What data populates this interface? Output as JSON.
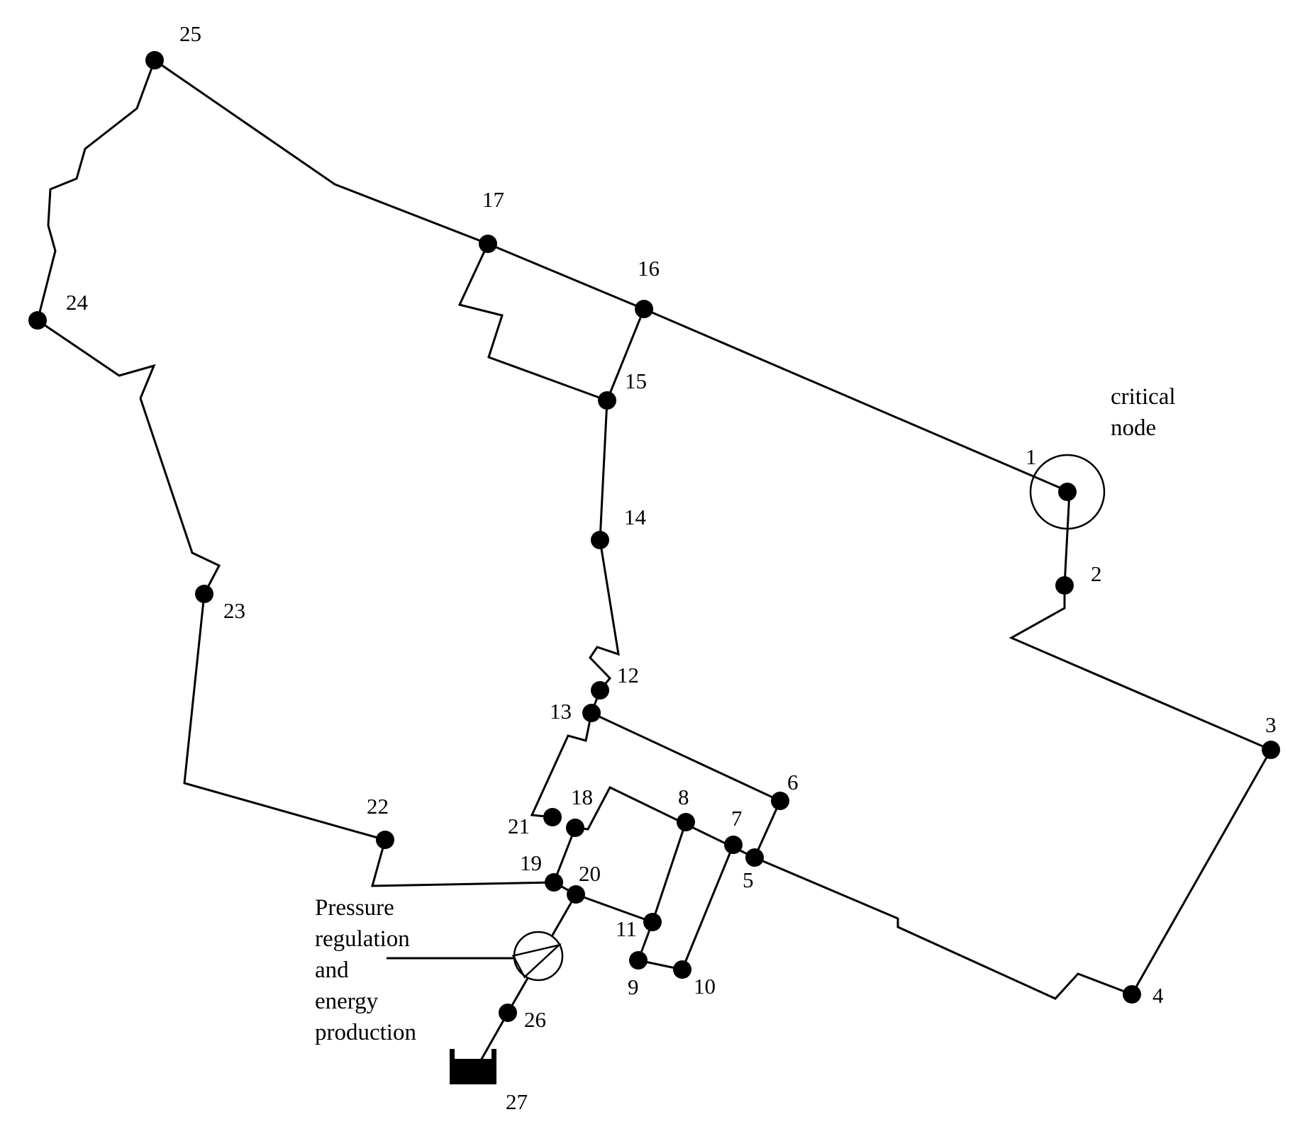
{
  "diagram": {
    "critical_node_text": [
      "critical",
      "node"
    ],
    "pressure_regulation_text": [
      "Pressure",
      "regulation",
      "and",
      "energy",
      "production"
    ],
    "nodes": [
      {
        "id": "1",
        "label": "1"
      },
      {
        "id": "2",
        "label": "2"
      },
      {
        "id": "3",
        "label": "3"
      },
      {
        "id": "4",
        "label": "4"
      },
      {
        "id": "5",
        "label": "5"
      },
      {
        "id": "6",
        "label": "6"
      },
      {
        "id": "7",
        "label": "7"
      },
      {
        "id": "8",
        "label": "8"
      },
      {
        "id": "9",
        "label": "9"
      },
      {
        "id": "10",
        "label": "10"
      },
      {
        "id": "11",
        "label": "11"
      },
      {
        "id": "12",
        "label": "12"
      },
      {
        "id": "13",
        "label": "13"
      },
      {
        "id": "14",
        "label": "14"
      },
      {
        "id": "15",
        "label": "15"
      },
      {
        "id": "16",
        "label": "16"
      },
      {
        "id": "17",
        "label": "17"
      },
      {
        "id": "18",
        "label": "18"
      },
      {
        "id": "19",
        "label": "19"
      },
      {
        "id": "20",
        "label": "20"
      },
      {
        "id": "21",
        "label": "21"
      },
      {
        "id": "22",
        "label": "22"
      },
      {
        "id": "23",
        "label": "23"
      },
      {
        "id": "24",
        "label": "24"
      },
      {
        "id": "25",
        "label": "25"
      },
      {
        "id": "26",
        "label": "26"
      },
      {
        "id": "27",
        "label": "27"
      }
    ]
  }
}
